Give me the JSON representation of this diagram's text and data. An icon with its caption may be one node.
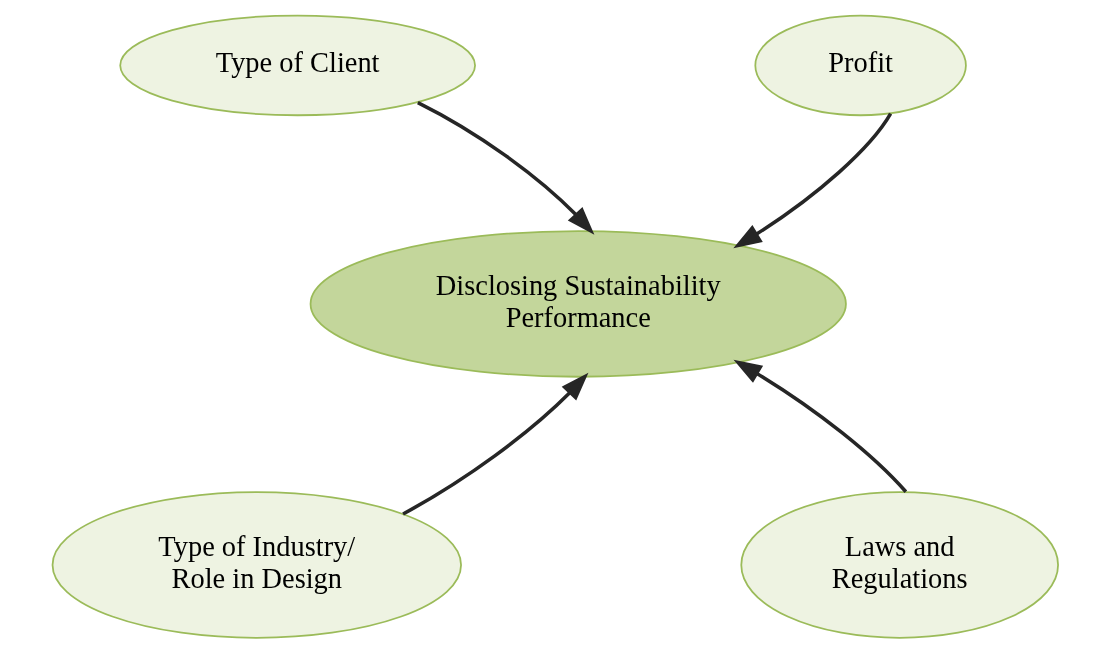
{
  "diagram": {
    "nodes": [
      {
        "text": [
          "Type of Client"
        ]
      },
      {
        "text": [
          "Profit"
        ]
      },
      {
        "text": [
          "Disclosing Sustainability Performance"
        ]
      },
      {
        "text": [
          "Type of Industry/ Role in Design"
        ]
      },
      {
        "text": [
          "Laws and Regulations"
        ]
      }
    ],
    "edges": [
      {
        "from": 0,
        "to": 2,
        "arrow": "to"
      },
      {
        "from": 1,
        "to": 2,
        "arrow": "to"
      },
      {
        "from": 3,
        "to": 2,
        "arrow": "to"
      },
      {
        "from": 4,
        "to": 2,
        "arrow": "to"
      }
    ]
  }
}
